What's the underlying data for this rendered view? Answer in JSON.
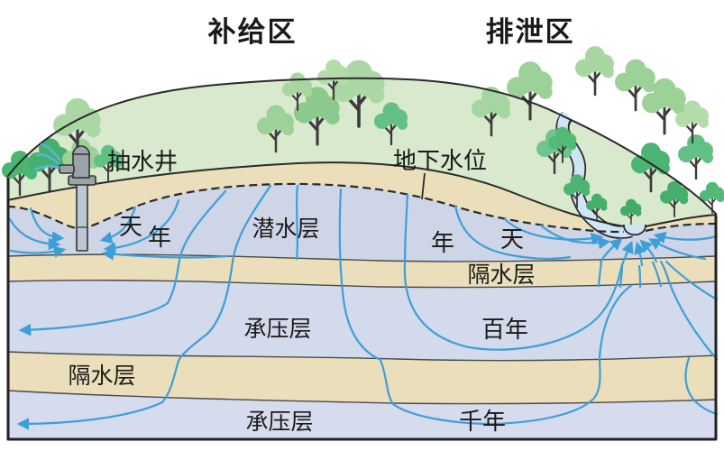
{
  "titles": {
    "recharge": "补给区",
    "discharge": "排泄区"
  },
  "labels": {
    "pump_well": "抽水井",
    "water_table": "地下水位",
    "phreatic_layer": "潜水层",
    "aquitard_upper": "隔水层",
    "confined_upper": "承压层",
    "aquitard_lower": "隔水层",
    "confined_lower": "承压层"
  },
  "travel_times": {
    "day_left": "天",
    "year_left": "年",
    "year_right": "年",
    "day_right": "天",
    "hundred_years": "百年",
    "thousand_years": "千年"
  },
  "icons": {
    "well_pump": "pump-well-icon",
    "trees": "tree-icon",
    "river": "stream-icon"
  },
  "colors": {
    "hill_green": "#d8e9cd",
    "soil_tan": "#ebdfbb",
    "aquifer_unconfined": "#cdd5e7",
    "aquifer_confined": "#d3daec",
    "aquifer_deep": "#d6dcee",
    "river_blue": "#cfe4f4",
    "flow_blue": "#3e9fd8",
    "spray_blue": "#57b1e3",
    "line_dark": "#2a2a2a",
    "layer_line": "#4a4a4a",
    "pump_gray": "#9aa2aa",
    "pipe_gray": "#bcc9d4",
    "trunk": "#3c3c3c"
  }
}
